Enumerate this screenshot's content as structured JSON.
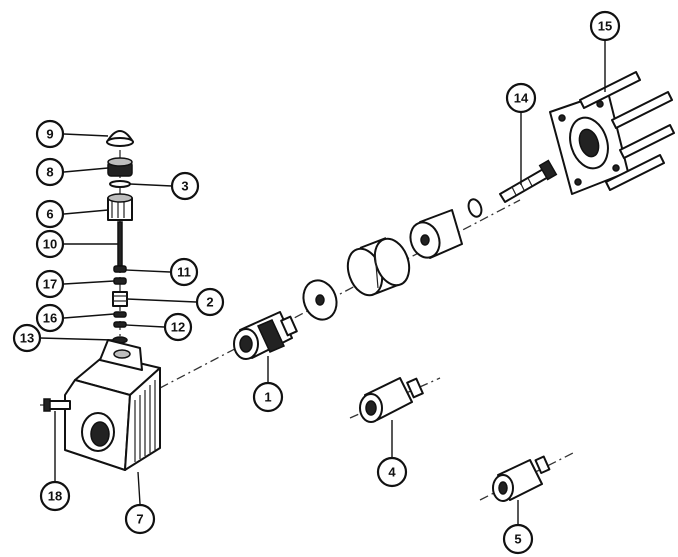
{
  "callouts": {
    "c9": "9",
    "c8": "8",
    "c3": "3",
    "c6": "6",
    "c10": "10",
    "c17": "17",
    "c11": "11",
    "c2": "2",
    "c16": "16",
    "c12": "12",
    "c13": "13",
    "c1": "1",
    "c4": "4",
    "c5": "5",
    "c7": "7",
    "c18": "18",
    "c14": "14",
    "c15": "15"
  }
}
